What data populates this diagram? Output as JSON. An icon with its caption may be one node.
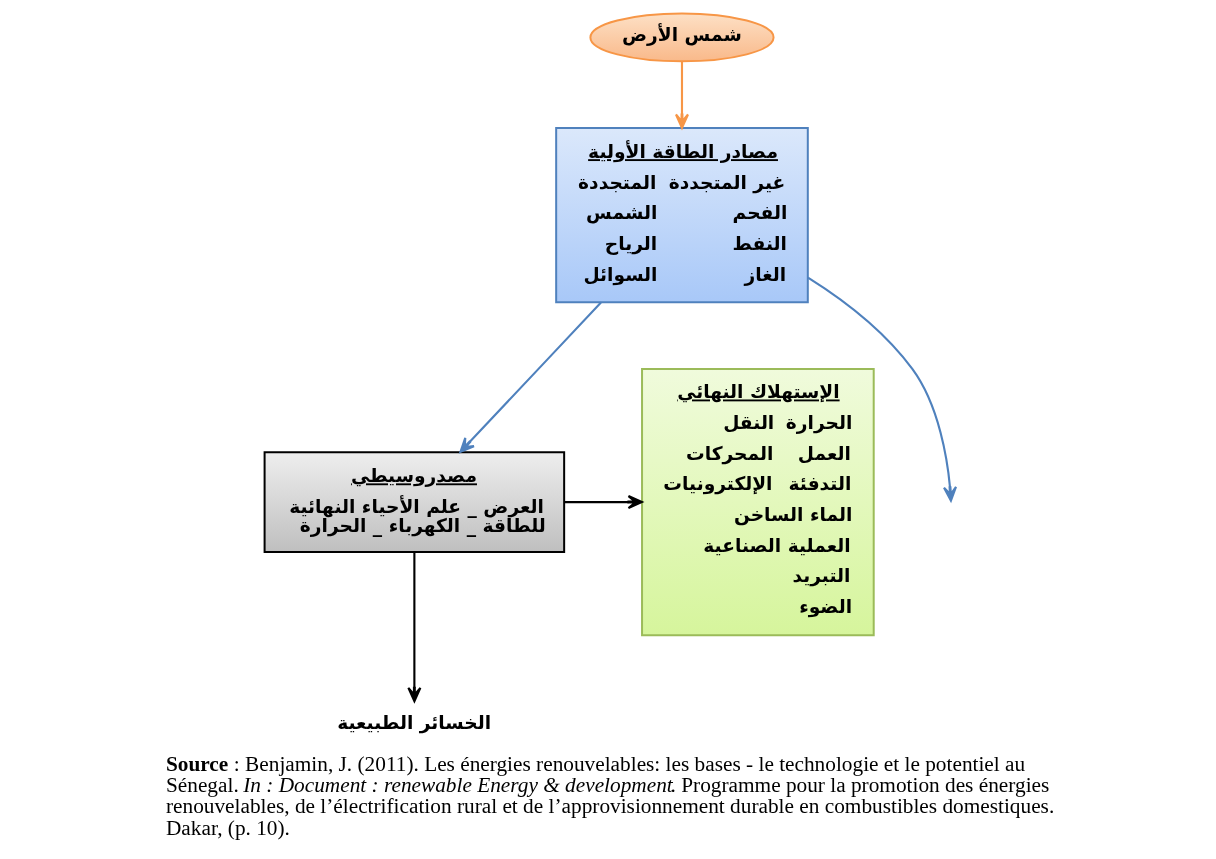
{
  "diagram": {
    "caption": "**Source** : Benjamin, J. (2011). Les énergies renouvelables: les bases - le technologie et le potentiel au Sénegal. *In : Document : renewable Energy & development*. Programme pour la promotion des énergies renouvelables, de l’électrification rural et de l’approvisionnement durable en combustibles domestiques. Dakar, (p. 10).",
    "nodes": [
      {
        "text": [
          "مصادر الطاقة الأولية",
          "غير المتجددة",
          "المتجددة",
          "الفحم",
          "الشمس",
          "النفط",
          "الرياح",
          "الغاز",
          "السوائل"
        ]
      },
      {
        "text": [
          "شمس الأرض"
        ]
      },
      {
        "text": [
          "مصدروسيطي",
          "العرض _ علم الأحياء النهائية للطاقة _ الكهرباء _ الحرارة"
        ]
      },
      {
        "text": [
          "الإستهلاك النهائي",
          "الحرارة",
          "النقل",
          "العمل",
          "المحركات",
          "التدفئة",
          "الإلكترونيات",
          "الماء الساخن",
          "العملية الصناعية",
          "التبريد",
          "الضوء"
        ]
      },
      {
        "text": [
          "الخسائر الطبيعية"
        ]
      }
    ],
    "edges": [
      {
        "from": 1,
        "to": 0,
        "arrow": "to",
        "color": "#f79646"
      },
      {
        "from": 0,
        "to": 2,
        "arrow": "to",
        "color": "#4f81bd"
      },
      {
        "from": 0,
        "to": null,
        "arrow": "to",
        "color": "#4f81bd"
      },
      {
        "from": 2,
        "to": 3,
        "arrow": "to",
        "color": "#000000"
      },
      {
        "from": 2,
        "to": 4,
        "arrow": "to",
        "color": "#000000"
      }
    ]
  }
}
